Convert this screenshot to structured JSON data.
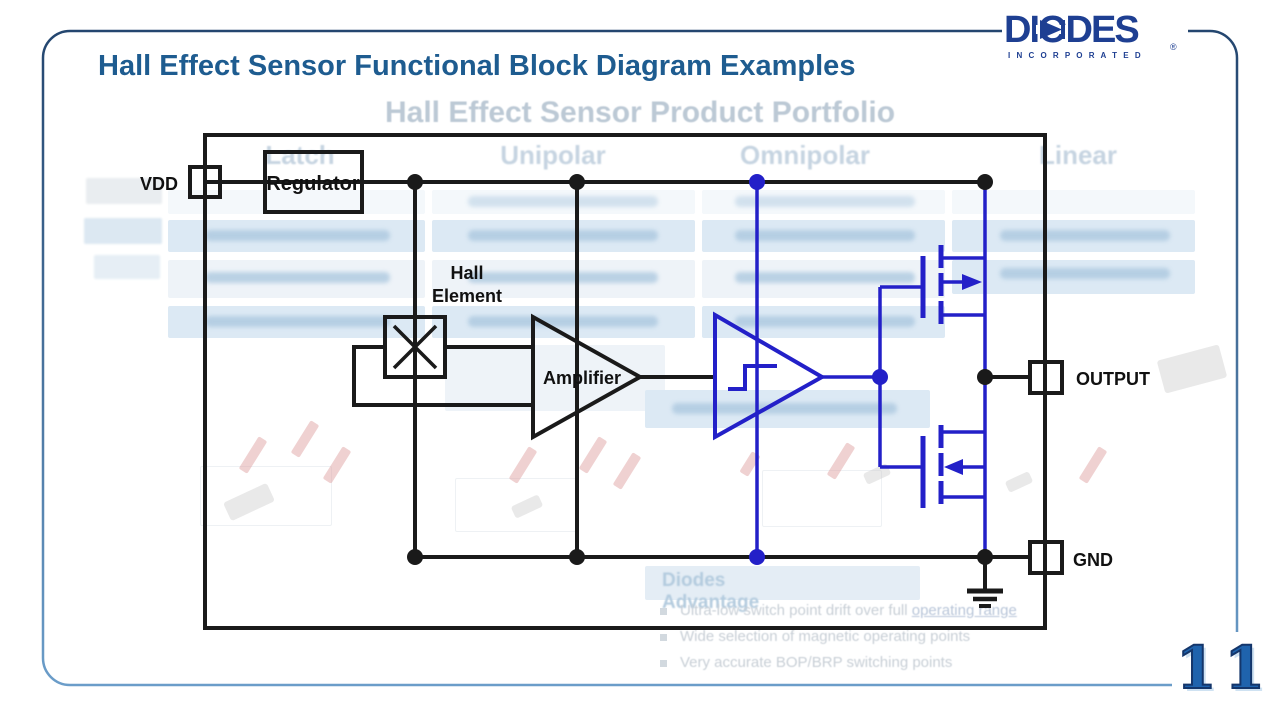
{
  "slide": {
    "title": "Hall Effect Sensor Functional Block Diagram Examples",
    "page_number": "11"
  },
  "logo": {
    "brand": "DIODES",
    "incorporated": "I N C O R P O R A T E D",
    "registered": "®"
  },
  "circuit": {
    "labels": {
      "vdd": "VDD",
      "regulator": "Regulator",
      "hall_line1": "Hall",
      "hall_line2": "Element",
      "amplifier": "Amplifier",
      "output": "OUTPUT",
      "gnd": "GND"
    },
    "colors": {
      "wire_black": "#1a1a1a",
      "wire_blue": "#2320c8"
    }
  },
  "ghost": {
    "title": "Hall Effect Sensor Product Portfolio",
    "columns": [
      "Latch",
      "Unipolar",
      "Omnipolar",
      "Linear"
    ],
    "advantage_title": "Diodes Advantage",
    "bullet1_main": "Ultra-low switch point drift over full ",
    "bullet1_link": "operating range",
    "bullet2": "Wide selection of magnetic operating points",
    "bullet3": "Very accurate BOP/BRP switching points"
  }
}
